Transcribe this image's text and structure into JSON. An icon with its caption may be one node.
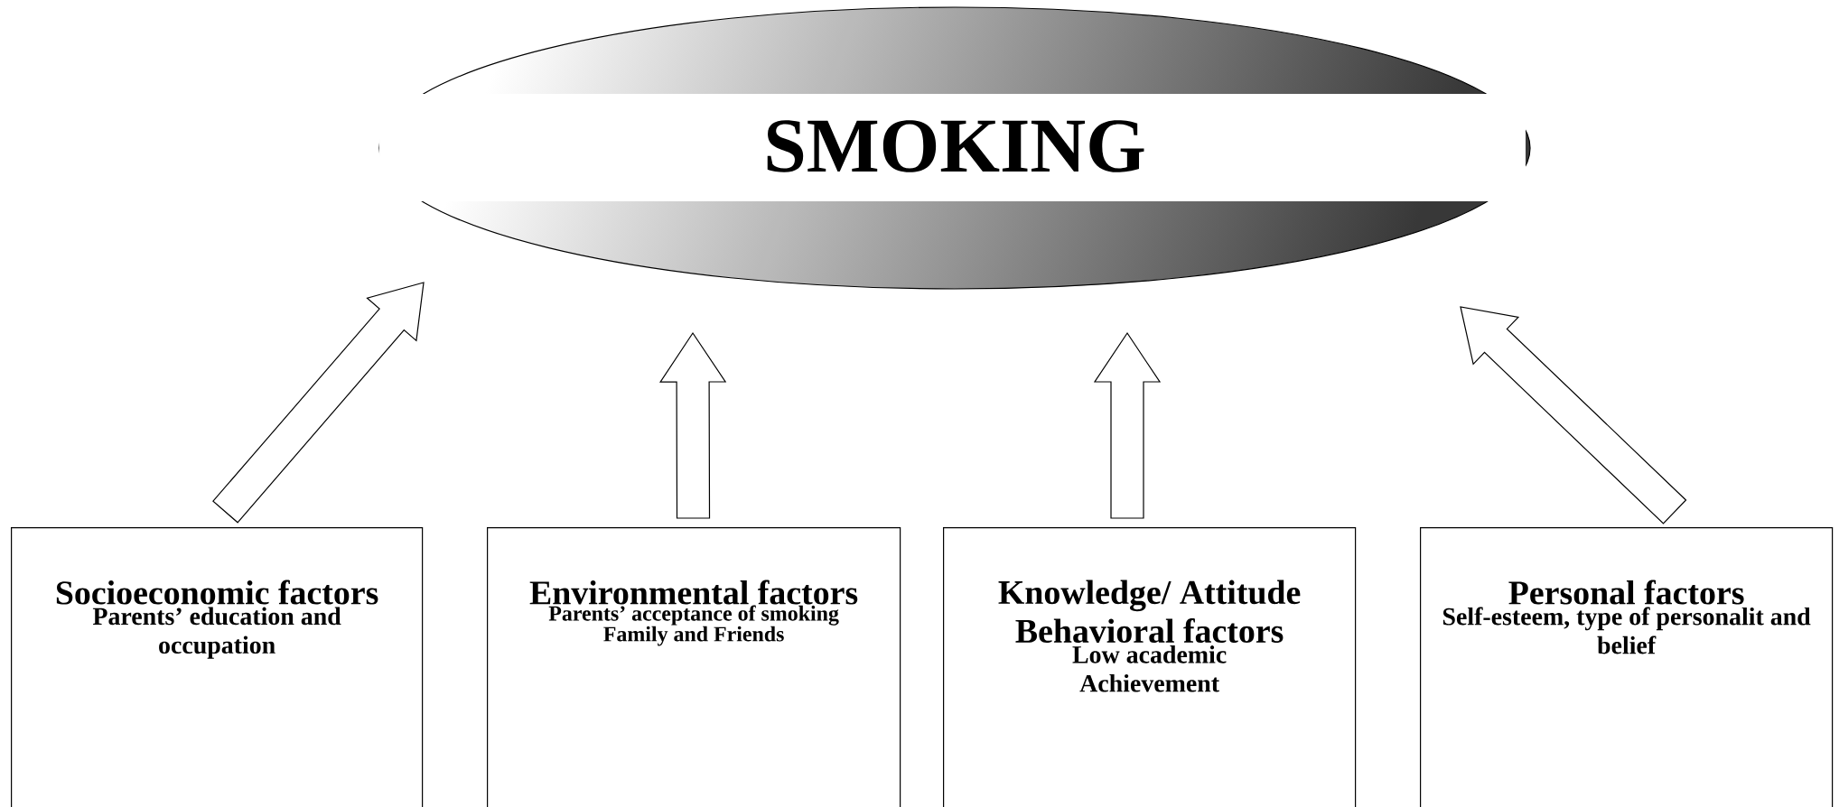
{
  "diagram": {
    "nodes": [
      {
        "text": [
          "SMOKING"
        ]
      },
      {
        "text": [
          "Socioeconomic factors",
          "Parents’ education and occupation"
        ]
      },
      {
        "text": [
          "Environmental factors",
          "Parents’ acceptance of smoking",
          "Family and Friends"
        ]
      },
      {
        "text": [
          "Knowledge/ Attitude Behavioral factors",
          "Low academic Achievement"
        ]
      },
      {
        "text": [
          "Personal factors",
          "Self-esteem, type of personalit and belief"
        ]
      }
    ],
    "edges": [
      {
        "from": 1,
        "to": 0,
        "arrow": "to"
      },
      {
        "from": 2,
        "to": 0,
        "arrow": "to"
      },
      {
        "from": 3,
        "to": 0,
        "arrow": "to"
      },
      {
        "from": 4,
        "to": 0,
        "arrow": "to"
      }
    ]
  }
}
